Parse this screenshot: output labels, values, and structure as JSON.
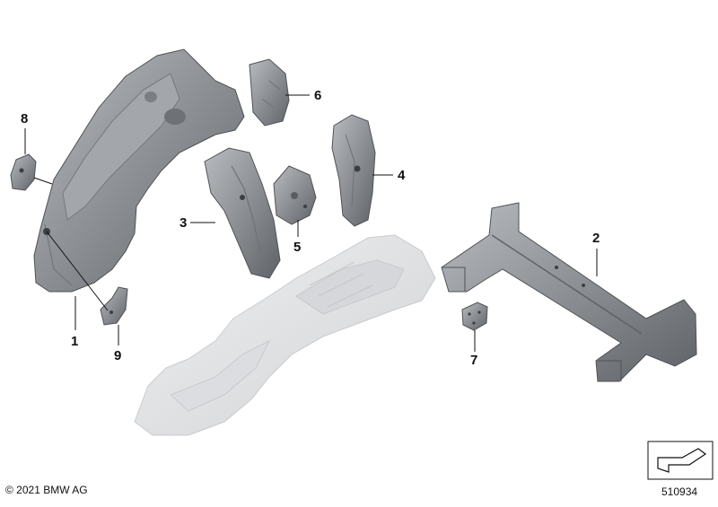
{
  "diagram": {
    "callouts": [
      {
        "id": "1",
        "label": "1"
      },
      {
        "id": "2",
        "label": "2"
      },
      {
        "id": "3",
        "label": "3"
      },
      {
        "id": "4",
        "label": "4"
      },
      {
        "id": "5",
        "label": "5"
      },
      {
        "id": "6",
        "label": "6"
      },
      {
        "id": "7",
        "label": "7"
      },
      {
        "id": "8",
        "label": "8"
      },
      {
        "id": "9",
        "label": "9"
      }
    ],
    "copyright": "© 2021 BMW AG",
    "diagram_number": "510934"
  },
  "colors": {
    "part_fill": "#8c8f93",
    "part_dark": "#5f6266",
    "part_light": "#b8bbbf",
    "floor_fill": "#e3e4e6",
    "floor_stroke": "#c9cacd",
    "leader": "#111111"
  }
}
